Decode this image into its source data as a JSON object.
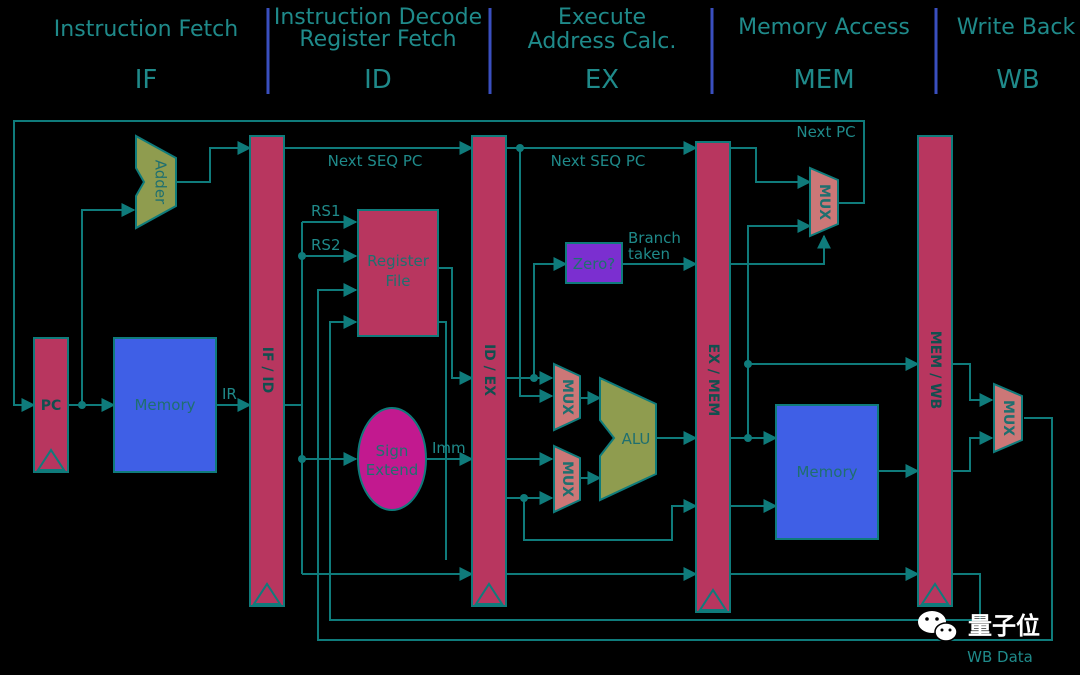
{
  "stages": [
    {
      "title_line1": "Instruction Fetch",
      "title_line2": "",
      "abbr": "IF"
    },
    {
      "title_line1": "Instruction Decode",
      "title_line2": "Register Fetch",
      "abbr": "ID"
    },
    {
      "title_line1": "Execute",
      "title_line2": "Address Calc.",
      "abbr": "EX"
    },
    {
      "title_line1": "Memory Access",
      "title_line2": "",
      "abbr": "MEM"
    },
    {
      "title_line1": "Write Back",
      "title_line2": "",
      "abbr": "WB"
    }
  ],
  "units": {
    "adder": "Adder",
    "pc": "PC",
    "instr_memory": "Memory",
    "register_file_line1": "Register",
    "register_file_line2": "File",
    "sign_extend_line1": "Sign",
    "sign_extend_line2": "Extend",
    "zero": "Zero?",
    "alu": "ALU",
    "data_memory": "Memory",
    "mux": "MUX"
  },
  "pipeline_registers": {
    "if_id": "IF / ID",
    "id_ex": "ID / EX",
    "ex_mem": "EX / MEM",
    "mem_wb": "MEM / WB"
  },
  "signals": {
    "next_pc": "Next PC",
    "next_seq_pc": "Next SEQ PC",
    "rs1": "RS1",
    "rs2": "RS2",
    "ir": "IR",
    "imm": "Imm",
    "branch": "Branch",
    "taken": "taken",
    "wb_data": "WB Data"
  },
  "watermark": {
    "text": "量子位"
  },
  "colors": {
    "background": "#000000",
    "wire": "#0f7b7b",
    "pipeline_register": "#b8365f",
    "memory": "#3f5fe6",
    "adder_alu": "#8f9c4f",
    "mux": "#cc7777",
    "sign_extend": "#c2198f",
    "zero": "#7b2fd0",
    "stage_separator": "#3a4fbf"
  }
}
